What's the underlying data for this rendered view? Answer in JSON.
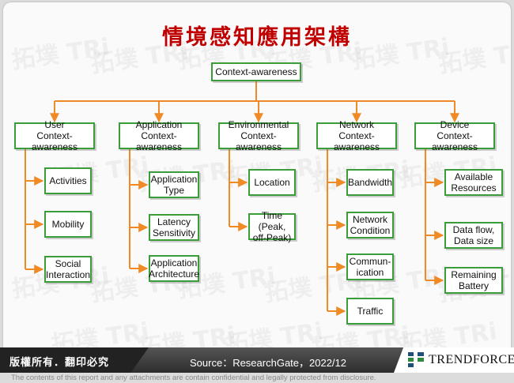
{
  "title": "情境感知應用架構",
  "root": "Context-awareness",
  "categories": [
    {
      "label": "User\nContext-awareness",
      "items": [
        "Activities",
        "Mobility",
        "Social\nInteraction"
      ]
    },
    {
      "label": "Application\nContext-awareness",
      "items": [
        "Application\nType",
        "Latency\nSensitivity",
        "Application\nArchitecture"
      ]
    },
    {
      "label": "Environmental\nContext-awareness",
      "items": [
        "Location",
        "Time (Peak,\noff-Peak)"
      ]
    },
    {
      "label": "Network\nContext-awareness",
      "items": [
        "Bandwidth",
        "Network\nCondition",
        "Commun-\nication",
        "Traffic"
      ]
    },
    {
      "label": "Device\nContext-awareness",
      "items": [
        "Available\nResources",
        "Data flow,\nData size",
        "Remaining\nBattery"
      ]
    }
  ],
  "watermark": "拓墣 TRi",
  "footer": {
    "copyright": "版權所有．翻印必究",
    "source": "Source：ResearchGate，2022/12",
    "brand": "TRENDFORCE",
    "disclaimer": "The contents of this report and any attachments are contain confidential and legally protected from disclosure."
  },
  "colors": {
    "arrow": "#f08a24",
    "box_border": "#3a9d3a",
    "title": "#c00000"
  }
}
